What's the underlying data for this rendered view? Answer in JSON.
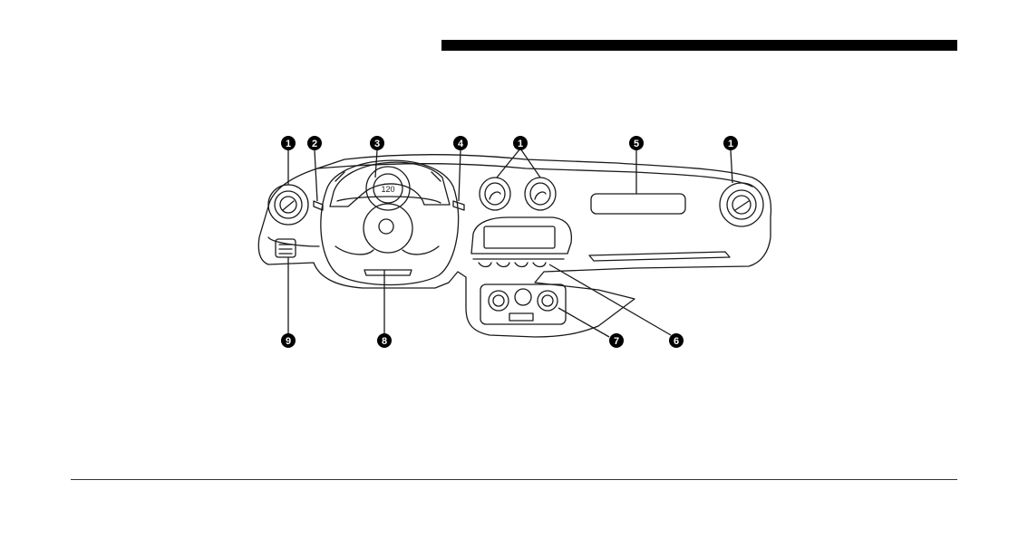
{
  "figure": {
    "title": "",
    "callouts": [
      {
        "id": "c1a",
        "number": "1",
        "part": "air-vent"
      },
      {
        "id": "c2",
        "number": "2",
        "part": "lever"
      },
      {
        "id": "c3",
        "number": "3",
        "part": "instrument-cluster"
      },
      {
        "id": "c4",
        "number": "4",
        "part": "lever"
      },
      {
        "id": "c1b",
        "number": "1",
        "part": "air-vent"
      },
      {
        "id": "c5",
        "number": "5",
        "part": "passenger-panel"
      },
      {
        "id": "c1c",
        "number": "1",
        "part": "air-vent"
      },
      {
        "id": "c9",
        "number": "9",
        "part": "switch-panel"
      },
      {
        "id": "c8",
        "number": "8",
        "part": "steering-wheel"
      },
      {
        "id": "c7",
        "number": "7",
        "part": "climate-controls"
      },
      {
        "id": "c6",
        "number": "6",
        "part": "center-switches"
      }
    ],
    "speedometer_display": "120"
  },
  "colors": {
    "ink": "#1a1a1a",
    "badge": "#000000",
    "badge_text": "#ffffff",
    "bar": "#000000"
  }
}
